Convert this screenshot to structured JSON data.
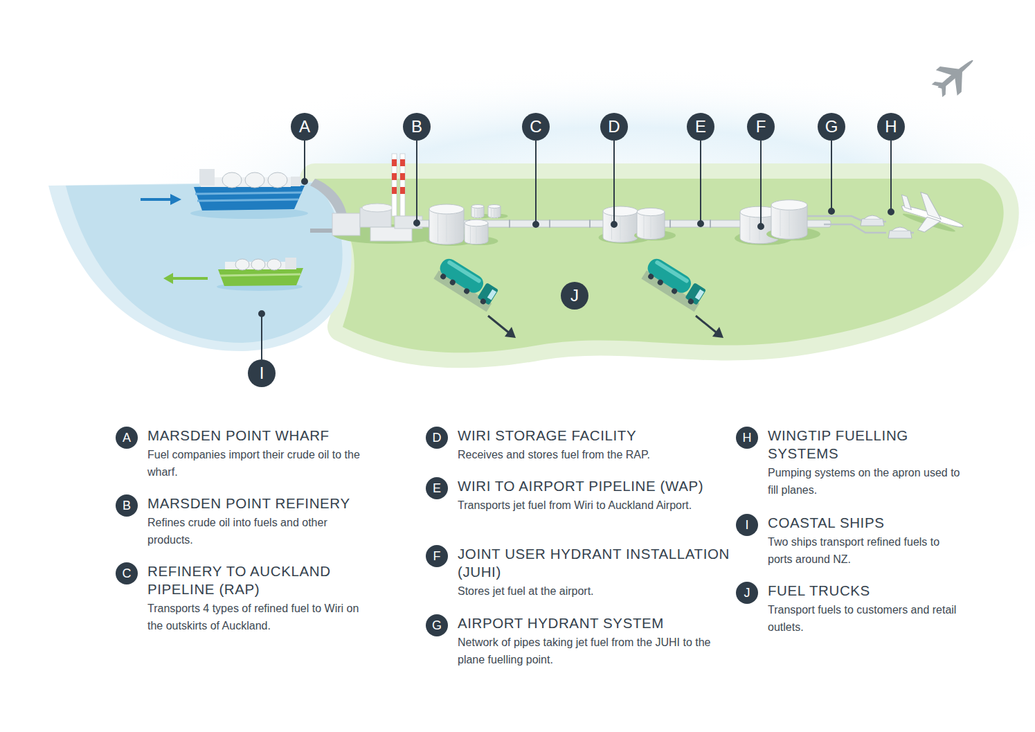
{
  "diagram": {
    "nodes": [
      {
        "text": [
          "A"
        ]
      },
      {
        "text": [
          "B"
        ]
      },
      {
        "text": [
          "C"
        ]
      },
      {
        "text": [
          "D"
        ]
      },
      {
        "text": [
          "E"
        ]
      },
      {
        "text": [
          "F"
        ]
      },
      {
        "text": [
          "G"
        ]
      },
      {
        "text": [
          "H"
        ]
      },
      {
        "text": [
          "J"
        ]
      },
      {
        "text": [
          "I"
        ]
      },
      {
        "text": [
          "A",
          "MARSDEN POINT WHARF",
          "Fuel companies import their crude oil to the wharf."
        ]
      },
      {
        "text": [
          "B",
          "MARSDEN POINT REFINERY",
          "Refines crude oil into fuels and other products."
        ]
      },
      {
        "text": [
          "C",
          "REFINERY TO AUCKLAND PIPELINE (RAP)",
          "Transports 4 types of refined fuel to Wiri on the outskirts of Auckland."
        ]
      },
      {
        "text": [
          "D",
          "WIRI STORAGE FACILITY",
          "Receives and stores fuel from the RAP."
        ]
      },
      {
        "text": [
          "E",
          "WIRI TO AIRPORT PIPELINE (WAP)",
          "Transports jet fuel from Wiri to Auckland Airport."
        ]
      },
      {
        "text": [
          "F",
          "JOINT USER HYDRANT INSTALLATION (JUHI)",
          "Stores jet fuel at the airport."
        ]
      },
      {
        "text": [
          "G",
          "AIRPORT HYDRANT SYSTEM",
          "Network of pipes taking jet fuel from the JUHI to the plane fuelling point."
        ]
      },
      {
        "text": [
          "H",
          "WINGTIP FUELLING SYSTEMS",
          "Pumping systems on the apron used to fill planes."
        ]
      },
      {
        "text": [
          "I",
          "COASTAL SHIPS",
          "Two ships transport refined fuels to ports around NZ."
        ]
      },
      {
        "text": [
          "J",
          "FUEL TRUCKS",
          "Transport fuels to customers and retail outlets."
        ]
      }
    ]
  }
}
